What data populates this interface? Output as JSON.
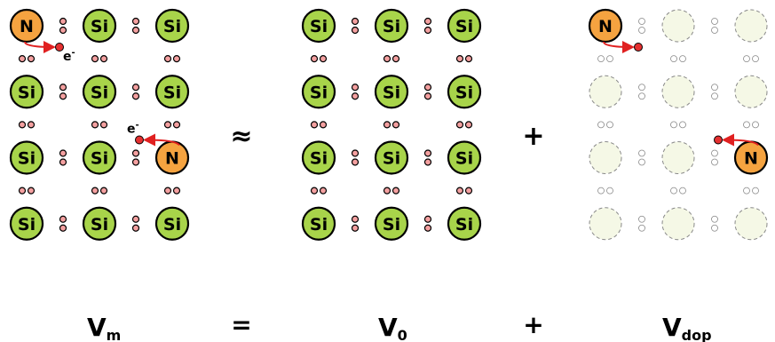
{
  "panels": [
    {
      "id": "vm",
      "grid": [
        [
          "N",
          "Si",
          "Si"
        ],
        [
          "Si",
          "Si",
          "Si"
        ],
        [
          "Si",
          "Si",
          "N"
        ],
        [
          "Si",
          "Si",
          "Si"
        ]
      ],
      "electrons": [
        {
          "from": [
            0,
            0
          ],
          "symbol": "e",
          "sup": "-"
        },
        {
          "from": [
            2,
            2
          ],
          "symbol": "e",
          "sup": "-"
        }
      ],
      "style": "solid"
    },
    {
      "id": "v0",
      "grid": [
        [
          "Si",
          "Si",
          "Si"
        ],
        [
          "Si",
          "Si",
          "Si"
        ],
        [
          "Si",
          "Si",
          "Si"
        ],
        [
          "Si",
          "Si",
          "Si"
        ]
      ],
      "electrons": [],
      "style": "solid"
    },
    {
      "id": "vdop",
      "grid": [
        [
          "N",
          "",
          ""
        ],
        [
          "",
          "",
          ""
        ],
        [
          "",
          "",
          "N"
        ],
        [
          "",
          "",
          ""
        ]
      ],
      "electrons": [
        {
          "from": [
            0,
            0
          ]
        },
        {
          "from": [
            2,
            2
          ]
        }
      ],
      "style": "faded"
    }
  ],
  "operators": {
    "approx": "≈",
    "plus": "+",
    "equals": "=",
    "plus2": "+"
  },
  "equation": {
    "vm": {
      "main": "V",
      "sub": "m"
    },
    "v0": {
      "main": "V",
      "sub": "0"
    },
    "vdop": {
      "main": "V",
      "sub": "dop"
    }
  },
  "colors": {
    "si_fill": "#a8d44a",
    "n_fill": "#f5a340",
    "vacancy_fill": "#f5f8e6",
    "bond_fill": "#f4a0a0",
    "electron": "#e53030",
    "arrow": "#e02020",
    "outline": "#000000",
    "faint_outline": "#888888"
  }
}
